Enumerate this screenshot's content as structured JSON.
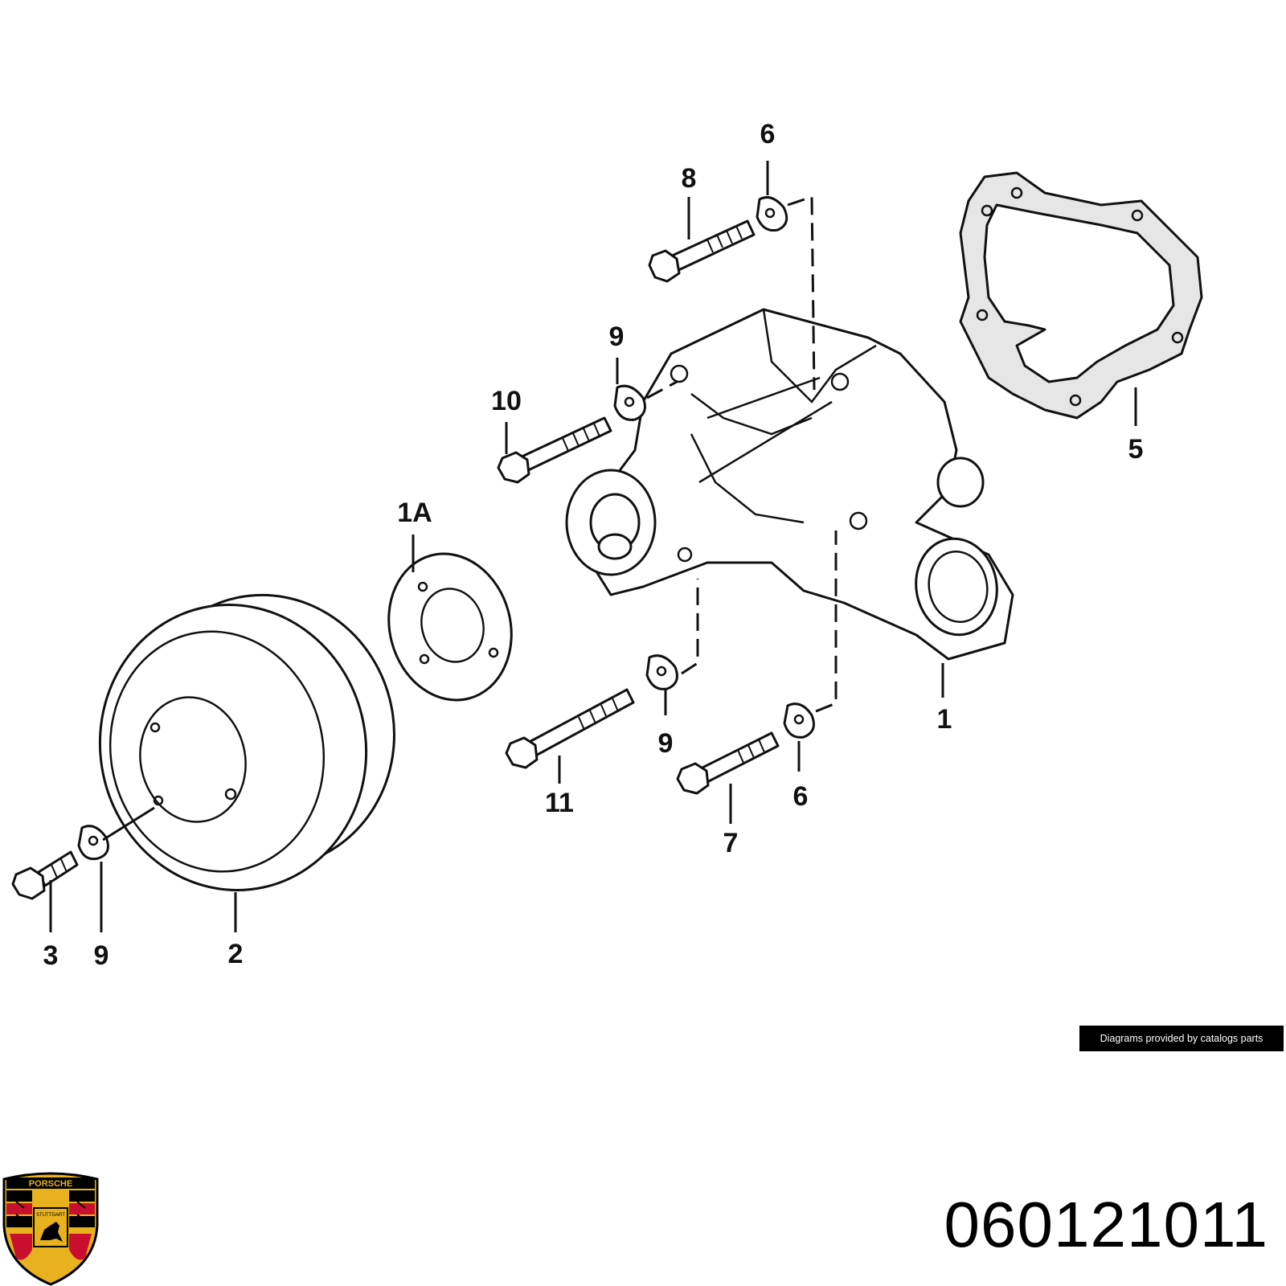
{
  "callouts": [
    {
      "id": "1",
      "text": "1"
    },
    {
      "id": "1A",
      "text": "1A"
    },
    {
      "id": "2",
      "text": "2"
    },
    {
      "id": "3",
      "text": "3"
    },
    {
      "id": "5",
      "text": "5"
    },
    {
      "id": "6a",
      "text": "6"
    },
    {
      "id": "6b",
      "text": "6"
    },
    {
      "id": "7",
      "text": "7"
    },
    {
      "id": "8",
      "text": "8"
    },
    {
      "id": "9a",
      "text": "9"
    },
    {
      "id": "9b",
      "text": "9"
    },
    {
      "id": "9c",
      "text": "9"
    },
    {
      "id": "10",
      "text": "10"
    },
    {
      "id": "11",
      "text": "11"
    }
  ],
  "credit": "Diagrams provided by catalogs parts",
  "part_number": "060121011",
  "logo": {
    "icon": "porsche-crest-icon",
    "text": "PORSCHE",
    "sub_text": "STUTTGART",
    "colors": {
      "gold": "#e7b21d",
      "red": "#c8102e",
      "black": "#000000"
    }
  }
}
